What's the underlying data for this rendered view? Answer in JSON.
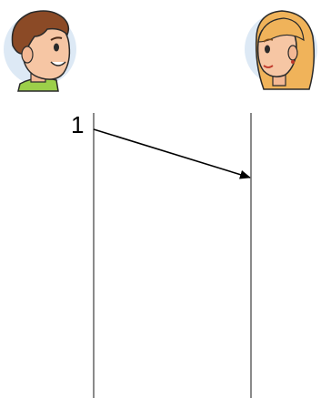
{
  "participants": [
    {
      "id": "left",
      "avatar_icon": "boy-avatar-icon"
    },
    {
      "id": "right",
      "avatar_icon": "girl-avatar-icon"
    }
  ],
  "messages": [
    {
      "label": "1",
      "from": "left",
      "to": "right"
    }
  ],
  "colors": {
    "lifeline": "#8a8a8a",
    "arrow": "#000000",
    "avatar_bg": "#dde9f5"
  }
}
